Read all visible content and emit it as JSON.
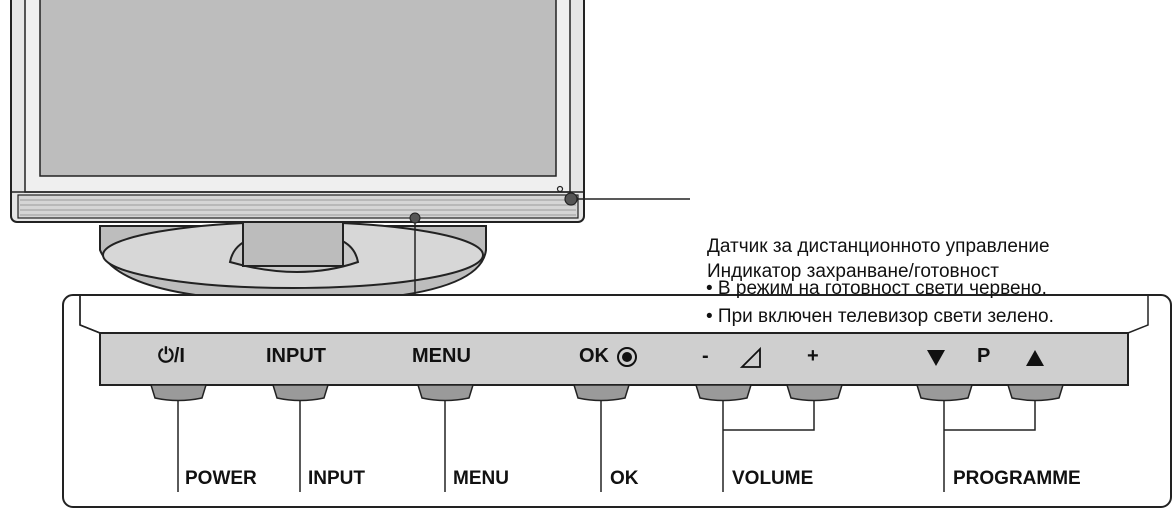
{
  "callouts": {
    "sensor": "Датчик за дистанционното управление",
    "indicator": "Индикатор захранване/готовност",
    "standby": "• В режим на готовност свети червено.",
    "on": "• При включен телевизор свети зелено."
  },
  "panel": {
    "power_symbol": "⏻/I",
    "input_label": "INPUT",
    "menu_label": "MENU",
    "ok_label": "OK",
    "vol_minus": "-",
    "vol_plus": "+",
    "prog_p": "P"
  },
  "button_labels": {
    "power": "POWER",
    "input": "INPUT",
    "menu": "MENU",
    "ok": "OK",
    "volume": "VOLUME",
    "programme": "PROGRAMME"
  },
  "icons": {
    "ok": "ok-circle-icon",
    "volume": "volume-triangle-icon",
    "prog_down": "triangle-down-icon",
    "prog_up": "triangle-up-icon"
  },
  "colors": {
    "line": "#222222",
    "panel_fill": "#cfcfcf",
    "bezel": "#e6e6e6",
    "screen": "#bdbdbd"
  }
}
